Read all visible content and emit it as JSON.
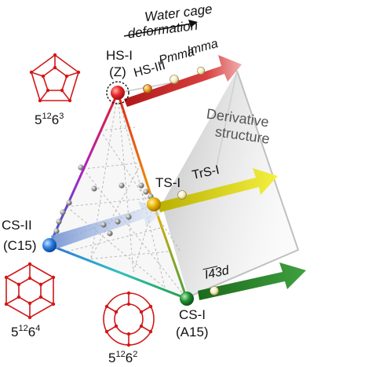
{
  "header": {
    "title_line1": "Water cage",
    "title_line2": "deformation"
  },
  "phases": {
    "hs1_name": "HS-I",
    "hs1_code": "(Z)",
    "hs3_name": "HS-III",
    "pmma": "Pmma",
    "imma": "Imma",
    "ts1_name": "TS-I",
    "trs1_name": "TrS-I",
    "cs2_name": "CS-II",
    "cs2_code": "(C15)",
    "cs1_name": "CS-I",
    "cs1_code": "(A15)",
    "i43d": "I̅4̅3d"
  },
  "derivative": {
    "line1": "Derivative",
    "line2": "structure"
  },
  "cages": {
    "top_base": "5",
    "top_exp1": "12",
    "top_mid": "6",
    "top_exp2": "3",
    "left_base": "5",
    "left_exp1": "12",
    "left_mid": "6",
    "left_exp2": "4",
    "bottom_base": "5",
    "bottom_exp1": "12",
    "bottom_mid": "6",
    "bottom_exp2": "2"
  },
  "colors": {
    "vertex_top": "#e8282a",
    "vertex_right": "#e8b400",
    "vertex_left": "#2a7fe0",
    "vertex_bottom": "#1e8f32",
    "arrow_red": "#c0302e",
    "arrow_yellow": "#d8d400",
    "arrow_green": "#2a8a2a",
    "arrow_blue": "#8fb0e0",
    "cage_red": "#d01818"
  }
}
